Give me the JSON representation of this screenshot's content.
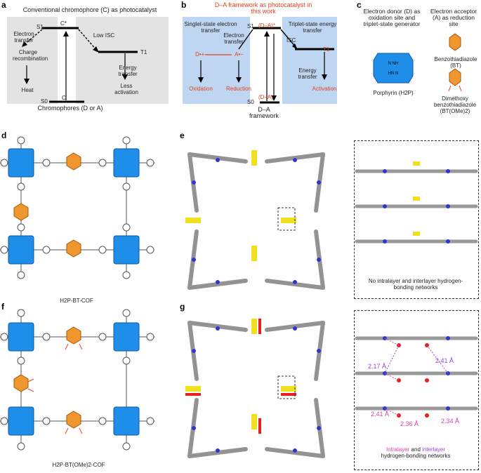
{
  "panel_labels": {
    "a": "a",
    "b": "b",
    "c": "c",
    "d": "d",
    "e": "e",
    "f": "f",
    "g": "g"
  },
  "panel_a": {
    "title": "Conventional chromophore (C) as photocatalyst",
    "s1": "S1",
    "c_star": "C*",
    "electron_transfer": "Electron transfer",
    "low_isc": "Low ISC",
    "charge_recombination": "Charge recombination",
    "t1": "T1",
    "energy_transfer": "Energy transfer",
    "heat": "Heat",
    "less_activation": "Less activation",
    "s0": "S0",
    "c": "C",
    "caption": "Chromophores (D or A)"
  },
  "panel_b": {
    "title": "D–A framework as photocatalyst in this work",
    "s1": "S1",
    "da_star": "(D–A)*",
    "singlet": "Singlet-state electron transfer",
    "triplet": "Triplet-state energy transfer",
    "electron_transfer": "Electron transfer",
    "isc": "ISC",
    "d_plus": "D•+",
    "a_minus": "A•−",
    "t1": "T1",
    "oxidation": "Oxidation",
    "reduction": "Reduction",
    "energy_transfer": "Energy transfer",
    "activation": "Activation",
    "s0": "S0",
    "da": "(D–A)",
    "caption": "D–A framework"
  },
  "panel_c": {
    "donor_title": "Electron donor (D) as oxidation site and triplet-state generator",
    "acceptor_title": "Electron acceptor (A) as reduction site",
    "porphyrin": "Porphyrin (H2P)",
    "bt": "Benzothiadiazole (BT)",
    "btome": "Dimethoxy benzothiadiazole (BT(OMe)2)"
  },
  "panel_d": {
    "caption": "H2P-BT-COF"
  },
  "panel_e": {
    "inset_caption": "No intralayer and interlayer hydrogen-bonding networks"
  },
  "panel_f": {
    "caption": "H2P-BT(OMe)2-COF"
  },
  "panel_g": {
    "caption_intra": "Intralayer",
    "caption_and": "and",
    "caption_inter": "interlayer",
    "caption_rest": "hydrogen-bonding networks",
    "d1": "2.17 Å",
    "d2": "2.41 Å",
    "d3": "2.41 Å",
    "d4": "2.36 Å",
    "d5": "2.34 Å"
  },
  "colors": {
    "porphyrin": "#1e8ee8",
    "bt": "#f0962e",
    "red": "#e8401c",
    "panel_a_bg": "#e3e3e3",
    "panel_b_bg": "#bfd6f2"
  }
}
